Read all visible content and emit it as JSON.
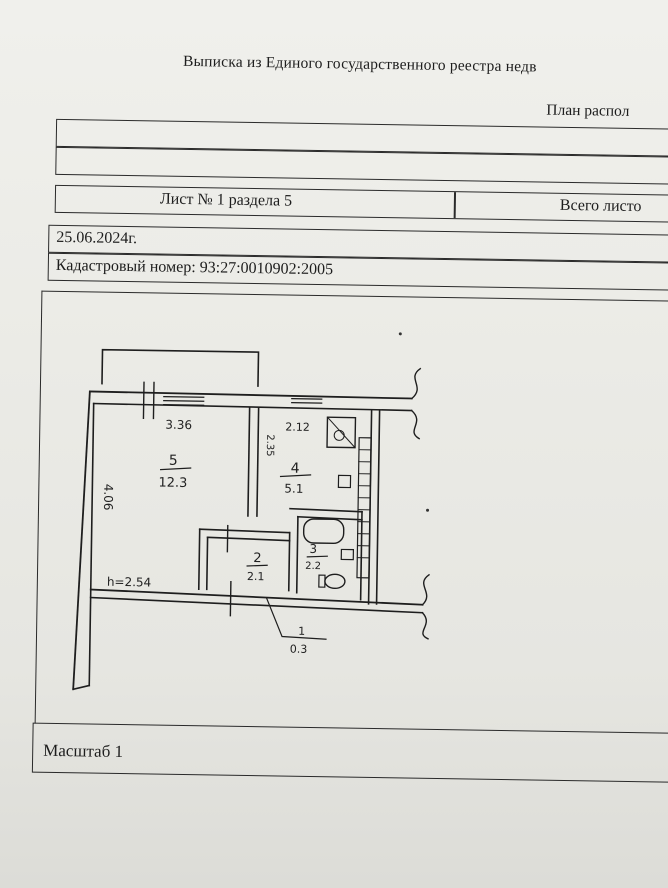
{
  "header": {
    "title": "Выписка из Единого государственного реестра недв",
    "subtitle": "План распол"
  },
  "sheet_info": {
    "sheet_label": "Лист № 1 раздела 5",
    "total_label": "Всего листо"
  },
  "record": {
    "date": "25.06.2024г.",
    "cadastral": "Кадастровый номер: 93:27:0010902:2005"
  },
  "plan": {
    "rooms": [
      {
        "number": "5",
        "area": "12.3"
      },
      {
        "number": "4",
        "area": "5.1"
      },
      {
        "number": "2",
        "area": "2.1"
      },
      {
        "number": "3",
        "area": "2.2"
      },
      {
        "number": "1",
        "area": "0.3"
      }
    ],
    "dimensions": {
      "room5_width": "3.36",
      "room5_length": "4.06",
      "room4_width": "2.12",
      "room4_length": "2.35",
      "ceiling_height": "h=2.54"
    }
  },
  "footer": {
    "scale_label": "Масштаб 1"
  }
}
